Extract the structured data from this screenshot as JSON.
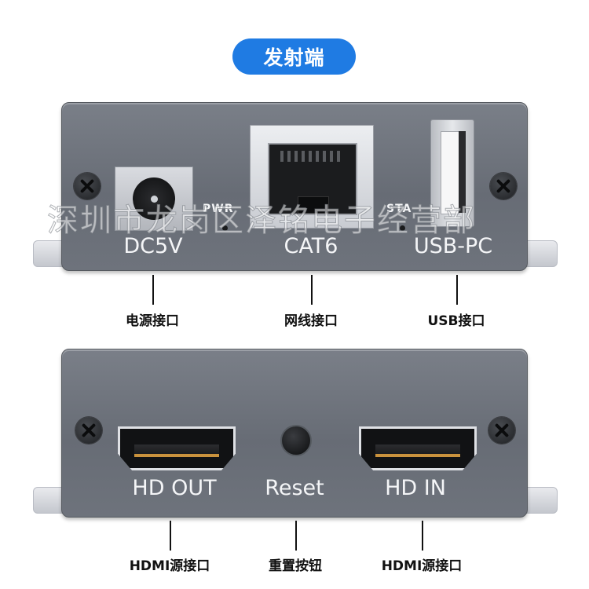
{
  "title": "发射端",
  "watermark": "深圳市龙岗区泽铭电子经营部",
  "top_panel": {
    "ports": {
      "dc": "DC5V",
      "cat": "CAT6",
      "usb": "USB-PC"
    },
    "leds": {
      "pwr": "PWR",
      "sta": "STA"
    }
  },
  "top_callouts": [
    "电源接口",
    "网线接口",
    "USB接口"
  ],
  "bottom_panel": {
    "ports": {
      "hd_out": "HD OUT",
      "reset": "Reset",
      "hd_in": "HD IN"
    }
  },
  "bottom_callouts": [
    "HDMI源接口",
    "重置按钮",
    "HDMI源接口"
  ],
  "colors": {
    "title_pill": "#1f7be3",
    "panel": "#6e737c"
  }
}
